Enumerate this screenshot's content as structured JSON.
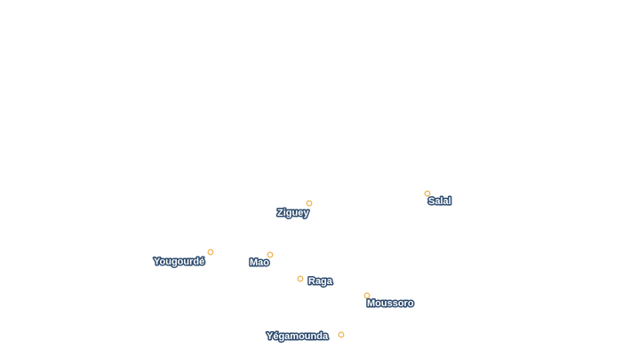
{
  "map": {
    "colors": {
      "background": "#ffffff",
      "marker": "#f0b65a",
      "label_fill": "#ffffff",
      "label_halo": "#2c4a6e"
    },
    "places": [
      {
        "id": "ziguey",
        "name": "Ziguey"
      },
      {
        "id": "salal",
        "name": "Salal"
      },
      {
        "id": "yougourde",
        "name": "Yougourdé"
      },
      {
        "id": "mao",
        "name": "Mao"
      },
      {
        "id": "raga",
        "name": "Raga"
      },
      {
        "id": "moussoro",
        "name": "Moussoro"
      },
      {
        "id": "yegamounda",
        "name": "Yégamounda"
      }
    ]
  }
}
